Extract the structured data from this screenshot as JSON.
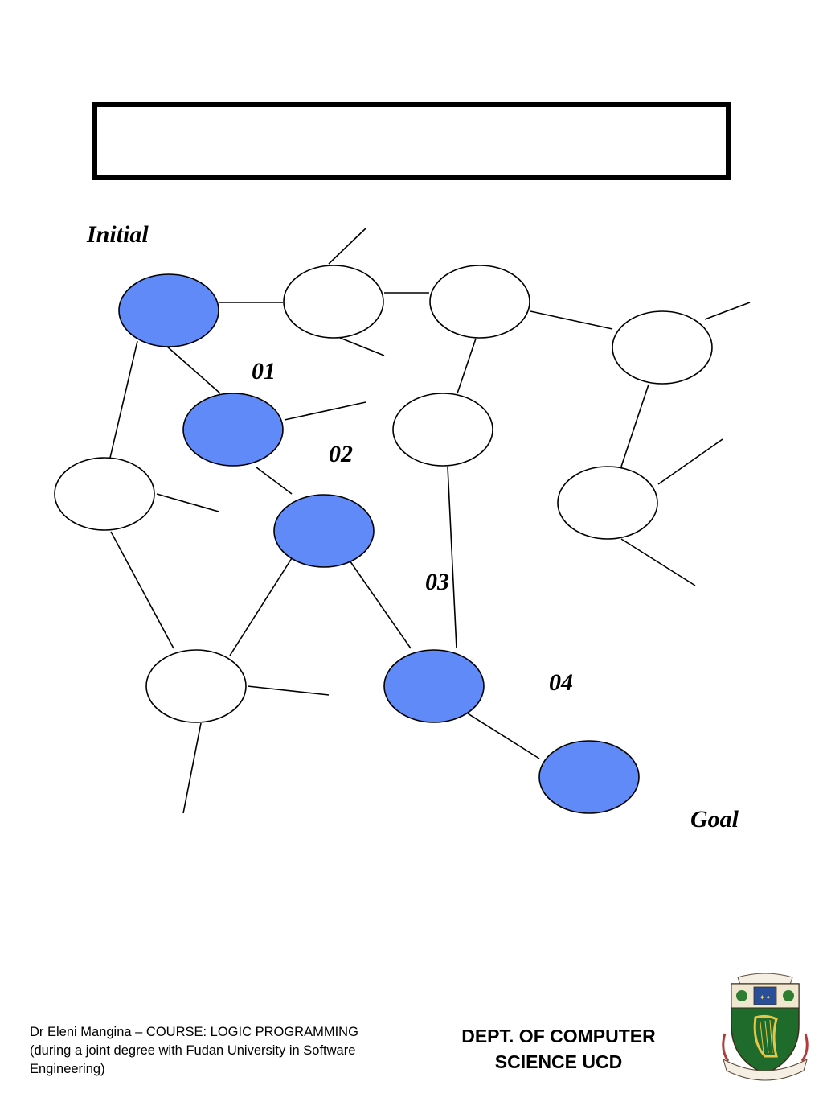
{
  "slide": {
    "title": ""
  },
  "diagram": {
    "labels": {
      "initial": "Initial",
      "goal": "Goal",
      "step1": "01",
      "step2": "02",
      "step3": "03",
      "step4": "04"
    },
    "colors": {
      "path_node_fill": "#5f8af7",
      "other_node_fill": "#ffffff",
      "stroke": "#000000"
    }
  },
  "footer": {
    "author_line": "Dr Eleni Mangina – COURSE: LOGIC PROGRAMMING",
    "context_line": "(during a joint degree with Fudan University in Software Engineering)",
    "department_line1": "DEPT. OF COMPUTER",
    "department_line2": "SCIENCE UCD"
  },
  "logo": {
    "name": "ucd-crest-icon"
  }
}
